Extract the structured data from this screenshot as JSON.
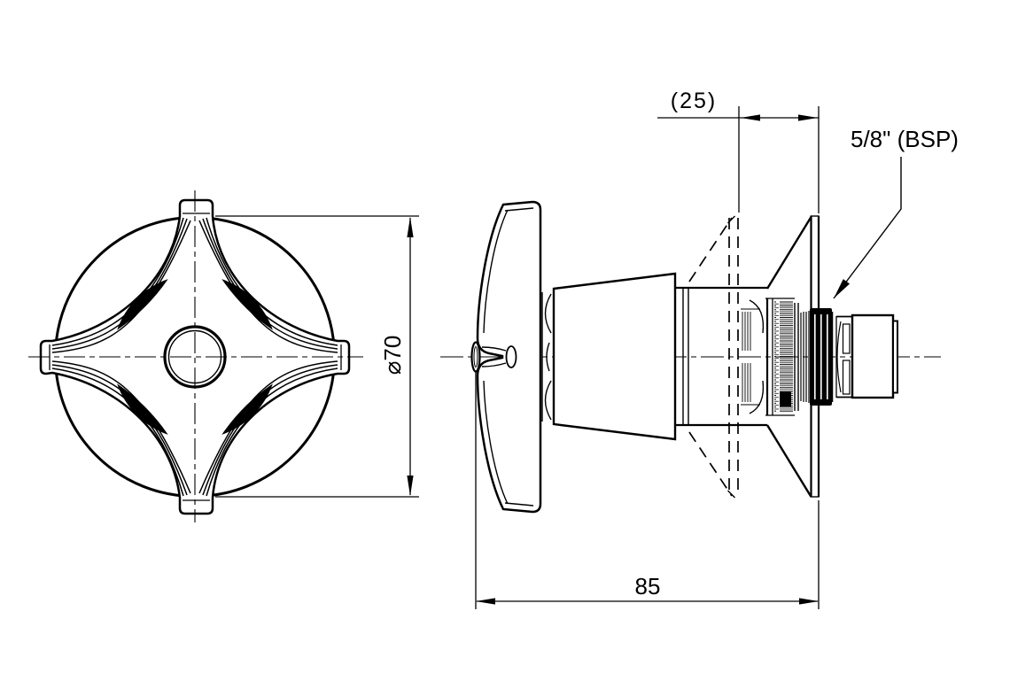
{
  "drawing": {
    "background": "#ffffff",
    "line_color": "#000000",
    "type": "technical-drawing",
    "views": [
      "front-view-handle",
      "side-view-valve-assembly"
    ],
    "dimensions": {
      "handle_diameter": "⌀70",
      "total_projection": "85",
      "adjustment": "(25)",
      "thread": "5/8\" (BSP)"
    }
  }
}
